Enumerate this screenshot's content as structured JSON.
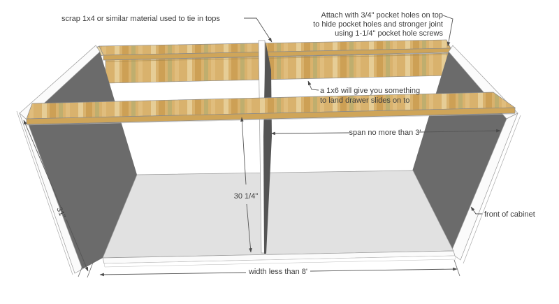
{
  "diagram": {
    "annotations": {
      "tie_tops": "scrap 1x4 or similar material used to tie in tops",
      "attach": {
        "line1": "Attach with 3/4\" pocket holes on top",
        "line2": "to hide pocket holes and stronger joint",
        "line3": "using 1-1/4\" pocket hole screws"
      },
      "one_by_six": {
        "line1": "a 1x6 will give you something",
        "line2": "to land drawer slides on to"
      },
      "span": "span no more than 3'",
      "front_of_cabinet": "front of cabinet"
    },
    "dimensions": {
      "opening_height": "30 1/4\"",
      "side_height": "31\"",
      "overall_width": "width less than 8'"
    },
    "colors": {
      "wood_top": "#d9b26d",
      "wood_edge": "#cfa559",
      "panel_interior": "#6b6b6b",
      "divider_shadow": "#545454",
      "floor": "#e1e1e1",
      "annotation_line": "#555555",
      "annotation_text": "#3d3d3d"
    }
  }
}
